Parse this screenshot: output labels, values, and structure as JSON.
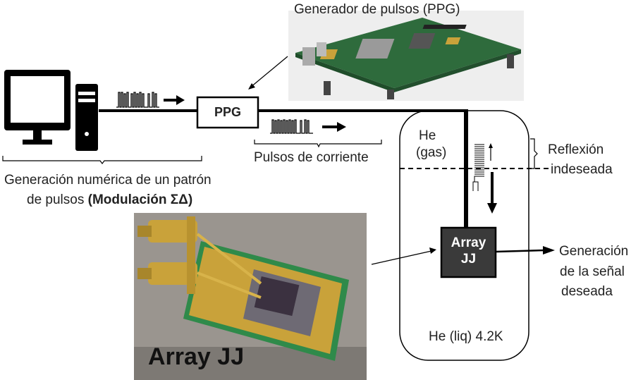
{
  "labels": {
    "ppg_photo_title": "Generador de pulsos (PPG)",
    "ppg_box": "PPG",
    "pulses_label": "Pulsos de corriente",
    "generation_line1": "Generación numérica de un patrón",
    "generation_line2_prefix": "de pulsos ",
    "generation_line2_bold": "(Modulación ΣΔ)",
    "he_gas_line1": "He",
    "he_gas_line2": "(gas)",
    "reflection_line1": "Reflexión",
    "reflection_line2": "indeseada",
    "array_box_line1": "Array",
    "array_box_line2": "JJ",
    "output_line1": "Generación",
    "output_line2": "de la señal",
    "output_line3": "deseada",
    "he_liq": "He (liq) 4.2K",
    "photo_caption": "Array JJ"
  },
  "colors": {
    "line": "#000000",
    "array_box_fill": "#3a3a3a",
    "array_box_text": "#ffffff",
    "pcb_green": "#2f8a4a",
    "gold": "#c9a23a"
  },
  "icons": [
    "computer-icon",
    "pcb-board-image",
    "chip-photo"
  ]
}
